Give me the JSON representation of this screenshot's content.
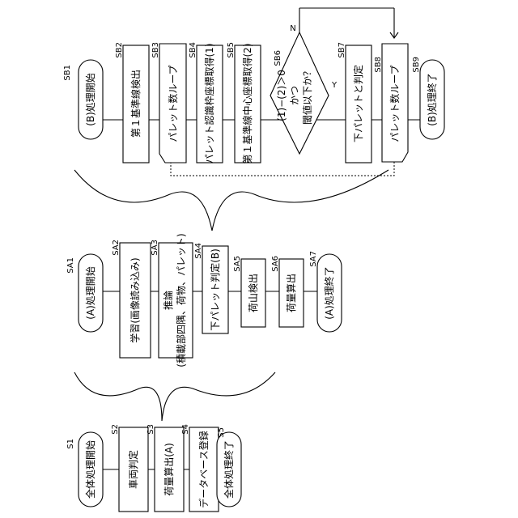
{
  "top": {
    "labels": {
      "sb1": "SB1",
      "sb2": "SB2",
      "sb3": "SB3",
      "sb4": "SB4",
      "sb5": "SB5",
      "sb6": "SB6",
      "sb7": "SB7",
      "sb8": "SB8",
      "sb9": "SB9"
    },
    "start": "(B)処理開始",
    "step2": "第１基準線検出",
    "loop_start": "パレット数ループ",
    "step4": "パレット認識枠座標取得(1)",
    "step5": "第１基準線中心座標取得(2)",
    "decision": [
      "(1)−(2)＞0",
      "かつ",
      "閾値以下か？"
    ],
    "yes": "Y",
    "no": "N",
    "step7": "下パレットと判定",
    "loop_end": "パレット数ループ",
    "end": "(B)処理終了"
  },
  "middle": {
    "labels": {
      "sa1": "SA1",
      "sa2": "SA2",
      "sa3": "SA3",
      "sa4": "SA4",
      "sa5": "SA5",
      "sa6": "SA6",
      "sa7": "SA7"
    },
    "start": "(A)処理開始",
    "step2": "学習(画像読み込み)",
    "step3": [
      "推論",
      "(積載部四隅、荷物、パレット)"
    ],
    "step4": "下パレット判定(B)",
    "step5": "荷山検出",
    "step6": "荷量算出",
    "end": "(A)処理終了"
  },
  "bottom": {
    "labels": {
      "s1": "S1",
      "s2": "S2",
      "s3": "S3",
      "s4": "S4",
      "s5": "S5"
    },
    "start": "全体処理開始",
    "step2": "車両判定",
    "step3": "荷量算出(A)",
    "step4": "データベース登録",
    "end": "全体処理終了"
  }
}
